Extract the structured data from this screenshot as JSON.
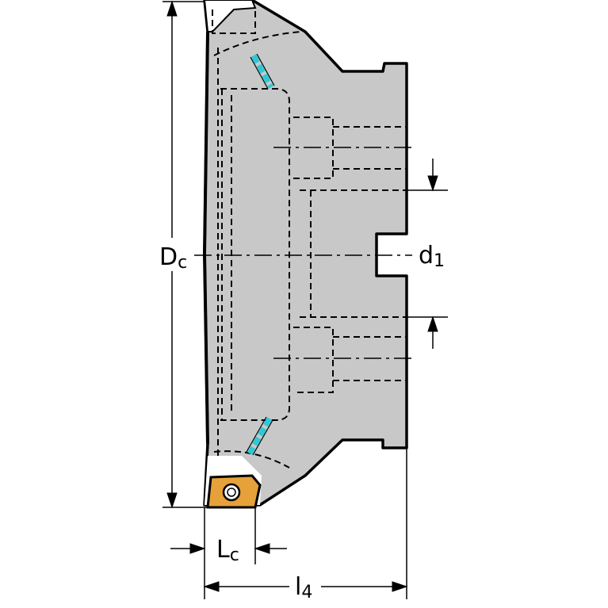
{
  "drawing": {
    "labels": {
      "dc": {
        "main": "D",
        "sub": "c"
      },
      "d1": {
        "main": "d",
        "sub": "1"
      },
      "lc": {
        "main": "L",
        "sub": "c"
      },
      "l4": {
        "main": "l",
        "sub": "4"
      }
    },
    "colors": {
      "body": "#c8c8c8",
      "outline": "#000000",
      "insert": "#e6a13a",
      "coolant": "#2ec8d8",
      "background": "#ffffff"
    }
  }
}
